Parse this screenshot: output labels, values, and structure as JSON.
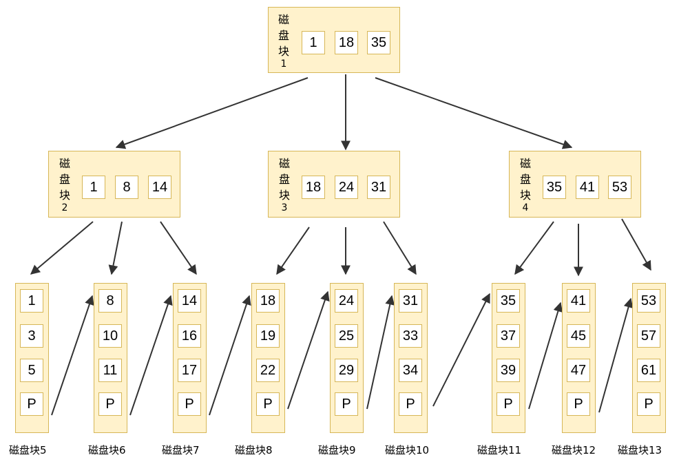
{
  "root": {
    "label_chars": [
      "磁",
      "盘",
      "块",
      "1"
    ],
    "keys": [
      "1",
      "18",
      "35"
    ]
  },
  "internal": [
    {
      "label_chars": [
        "磁",
        "盘",
        "块",
        "2"
      ],
      "keys": [
        "1",
        "8",
        "14"
      ]
    },
    {
      "label_chars": [
        "磁",
        "盘",
        "块",
        "3"
      ],
      "keys": [
        "18",
        "24",
        "31"
      ]
    },
    {
      "label_chars": [
        "磁",
        "盘",
        "块",
        "4"
      ],
      "keys": [
        "35",
        "41",
        "53"
      ]
    }
  ],
  "leaves": [
    {
      "label": "磁盘块5",
      "keys": [
        "1",
        "3",
        "5"
      ],
      "pointer": "P"
    },
    {
      "label": "磁盘块6",
      "keys": [
        "8",
        "10",
        "11"
      ],
      "pointer": "P"
    },
    {
      "label": "磁盘块7",
      "keys": [
        "14",
        "16",
        "17"
      ],
      "pointer": "P"
    },
    {
      "label": "磁盘块8",
      "keys": [
        "18",
        "19",
        "22"
      ],
      "pointer": "P"
    },
    {
      "label": "磁盘块9",
      "keys": [
        "24",
        "25",
        "29"
      ],
      "pointer": "P"
    },
    {
      "label": "磁盘块10",
      "keys": [
        "31",
        "33",
        "34"
      ],
      "pointer": "P"
    },
    {
      "label": "磁盘块11",
      "keys": [
        "35",
        "37",
        "39"
      ],
      "pointer": "P"
    },
    {
      "label": "磁盘块12",
      "keys": [
        "41",
        "45",
        "47"
      ],
      "pointer": "P"
    },
    {
      "label": "磁盘块13",
      "keys": [
        "53",
        "57",
        "61"
      ],
      "pointer": "P"
    }
  ],
  "colors": {
    "block_fill": "#fff2cc",
    "block_border": "#d6b656",
    "cell_fill": "#ffffff",
    "edge": "#333333"
  }
}
